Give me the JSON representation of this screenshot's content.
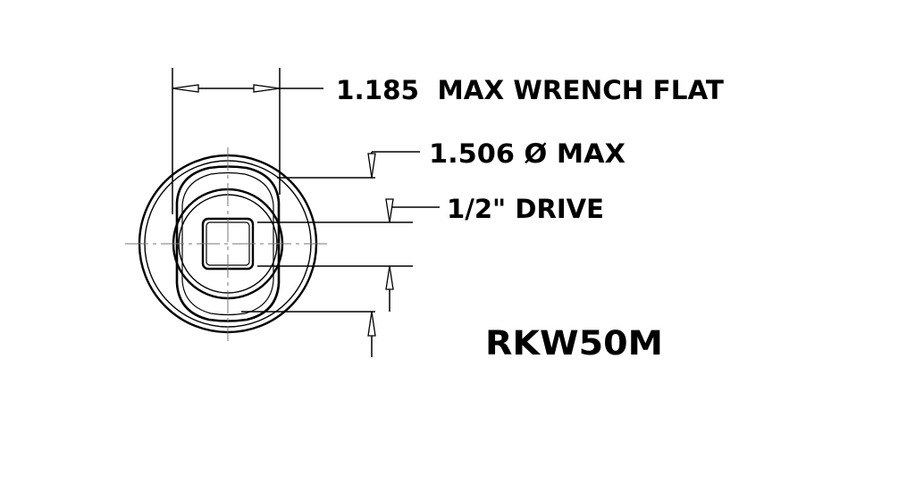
{
  "drawing": {
    "dimensions": {
      "wrench_flat": "1.185  MAX WRENCH FLAT",
      "diameter": "1.506 Ø MAX",
      "drive": "1/2\" DRIVE"
    },
    "part_number": "RKW50M",
    "colors": {
      "line": "#000000",
      "center_line": "#777777",
      "background": "#ffffff"
    }
  }
}
